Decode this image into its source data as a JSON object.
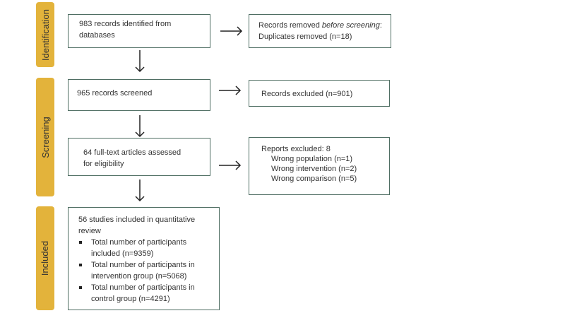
{
  "stages": {
    "identification": "Identification",
    "screening": "Screening",
    "included": "Included"
  },
  "boxes": {
    "identified": [
      "983 records identified from",
      "databases"
    ],
    "removed": {
      "line1_prefix": "Records removed ",
      "line1_italic": "before screening",
      "line1_suffix": ":",
      "line2": "Duplicates removed (n=18)"
    },
    "screened": "965 records screened",
    "excluded": "Records excluded (n=901)",
    "fulltext": [
      "64 full-text articles assessed",
      "for eligibility"
    ],
    "reports": {
      "header": "Reports excluded: 8",
      "reasons": [
        "Wrong population (n=1)",
        "Wrong intervention (n=2)",
        "Wrong comparison (n=5)"
      ]
    },
    "included": {
      "lines": [
        "56 studies included in quantitative",
        "review"
      ],
      "bullets": [
        [
          "Total number of participants",
          "included (n=9359)"
        ],
        [
          "Total number of participants in",
          "intervention group (n=5068)"
        ],
        [
          "Total number of participants in",
          "control group (n=4291)"
        ]
      ]
    }
  },
  "colors": {
    "stage_fill": "#e3b33b",
    "box_border": "#4f6e63",
    "arrow": "#222222"
  }
}
